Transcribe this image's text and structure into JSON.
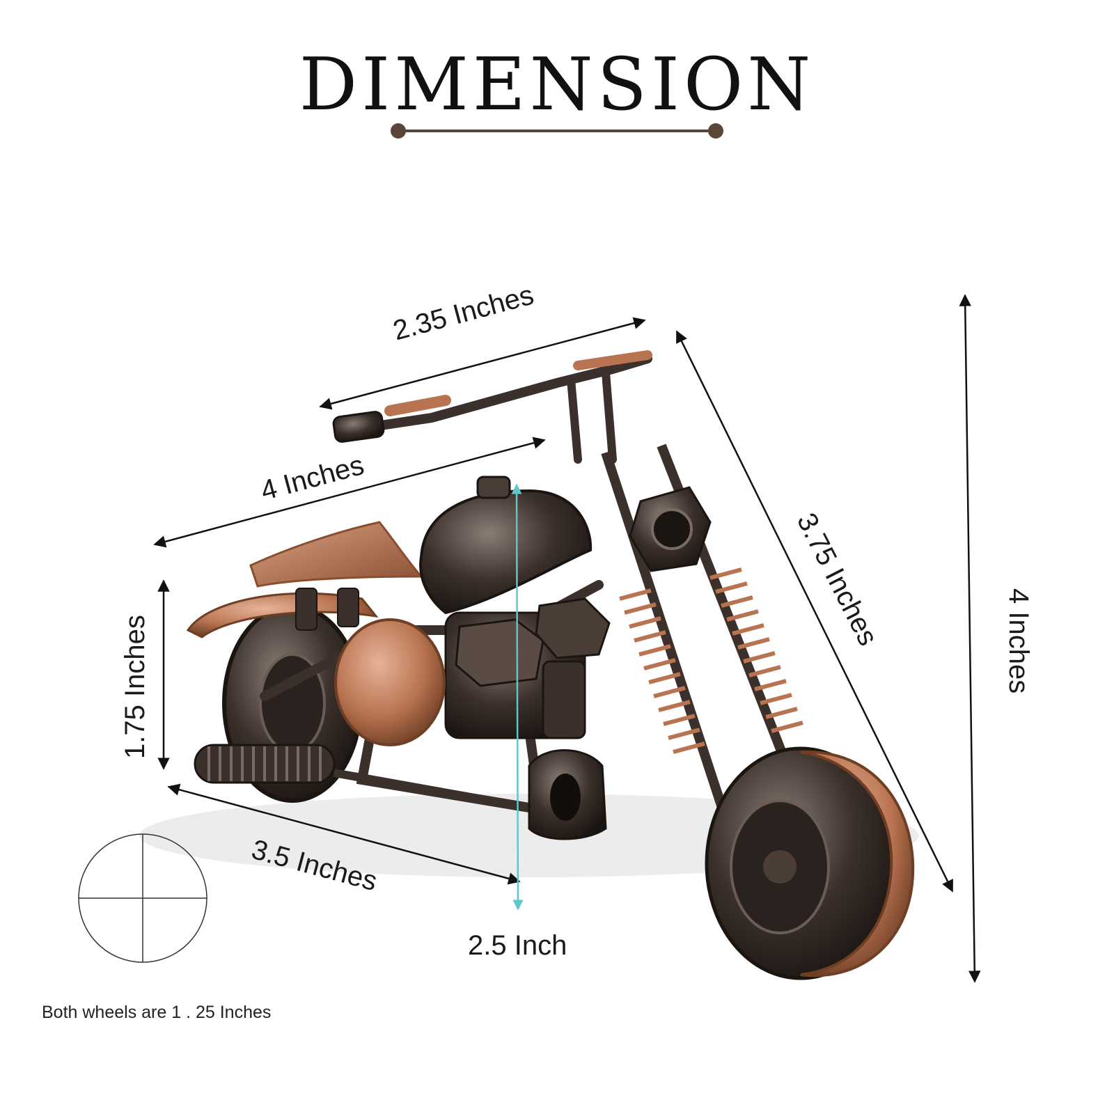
{
  "title": "DIMENSION",
  "dimensions": {
    "handlebar_width": "2.35 Inches",
    "top_length": "4 Inches",
    "fork_length": "3.75 Inches",
    "total_height": "4 Inches",
    "rear_height": "1.75 Inches",
    "base_length": "3.5 Inches",
    "center_height": "2.5 Inch"
  },
  "wheel_note": "Both wheels are  1 . 25 Inches",
  "colors": {
    "accent_line": "#5a4638",
    "center_arrow": "#5fc7c9",
    "copper": "#b87350",
    "gunmetal": "#3b302b"
  }
}
